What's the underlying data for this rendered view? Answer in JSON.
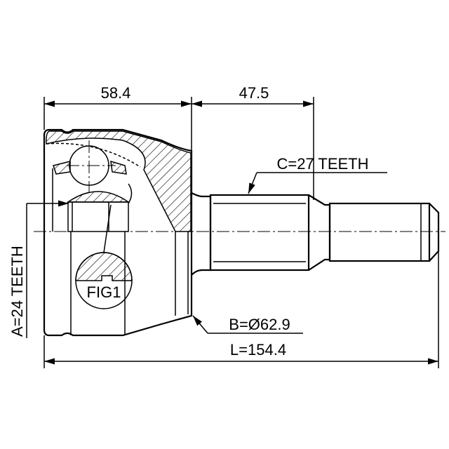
{
  "drawing": {
    "dimensions": {
      "housing_length": "58.4",
      "shaft_length": "47.5",
      "total_length": "L=154.4",
      "outer_diameter": "B=Ø62.9"
    },
    "labels": {
      "inner_spline": "A=24 TEETH",
      "outer_spline": "C=27 TEETH",
      "detail": "FIG1"
    }
  }
}
